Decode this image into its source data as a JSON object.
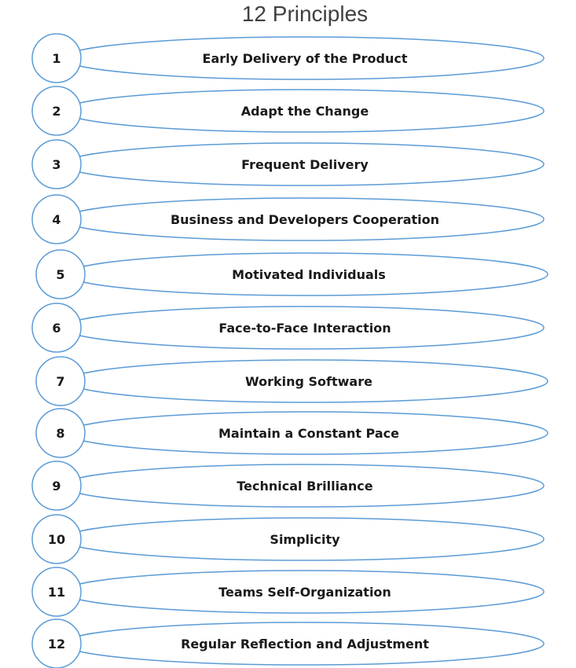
{
  "title": "12 Principles",
  "colors": {
    "outline": "#5b9bd5",
    "text": "#1a1a1a",
    "title": "#404040"
  },
  "principles": [
    {
      "number": "1",
      "label": "Early Delivery of the Product"
    },
    {
      "number": "2",
      "label": "Adapt the Change"
    },
    {
      "number": "3",
      "label": "Frequent Delivery"
    },
    {
      "number": "4",
      "label": "Business and Developers Cooperation"
    },
    {
      "number": "5",
      "label": "Motivated Individuals"
    },
    {
      "number": "6",
      "label": "Face-to-Face Interaction"
    },
    {
      "number": "7",
      "label": "Working Software"
    },
    {
      "number": "8",
      "label": "Maintain a Constant Pace"
    },
    {
      "number": "9",
      "label": "Technical Brilliance"
    },
    {
      "number": "10",
      "label": "Simplicity"
    },
    {
      "number": "11",
      "label": "Teams Self-Organization"
    },
    {
      "number": "12",
      "label": "Regular Reflection and Adjustment"
    }
  ]
}
